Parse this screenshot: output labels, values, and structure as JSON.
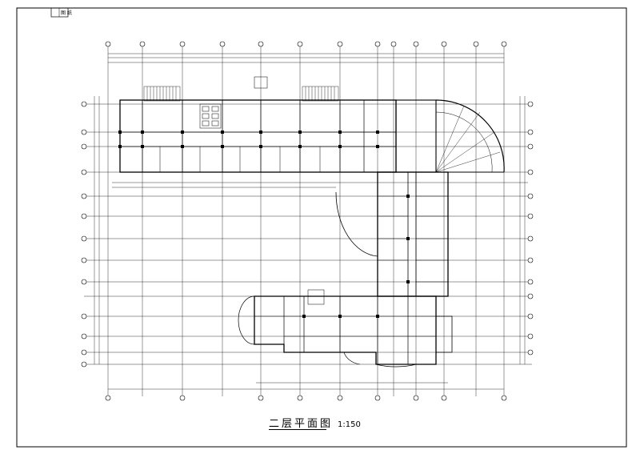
{
  "drawing": {
    "title": "二层平面图",
    "scale": "1:150",
    "corner_label": "图 纸"
  },
  "colors": {
    "ink": "#000000",
    "paper": "#ffffff"
  }
}
